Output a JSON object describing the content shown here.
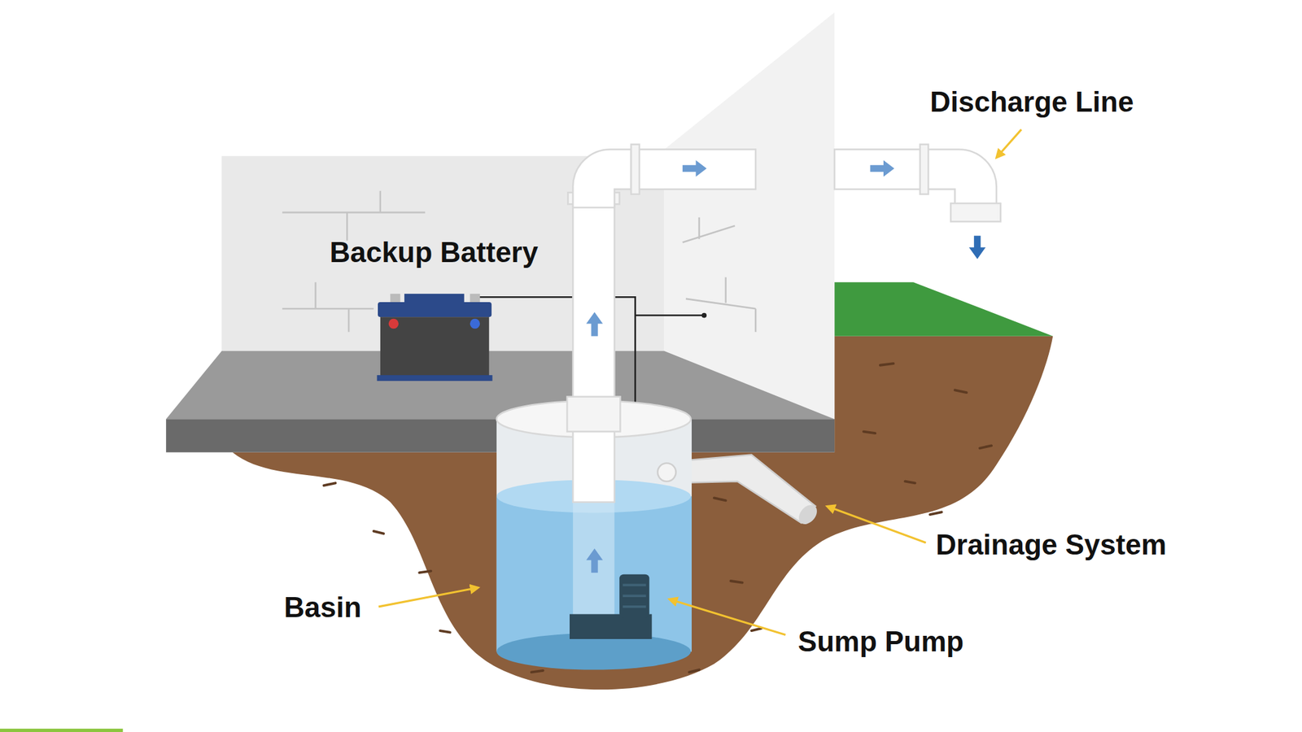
{
  "diagram": {
    "labels": [
      "Discharge Line",
      "Backup Battery",
      "Drainage System",
      "Basin",
      "Sump Pump"
    ]
  }
}
